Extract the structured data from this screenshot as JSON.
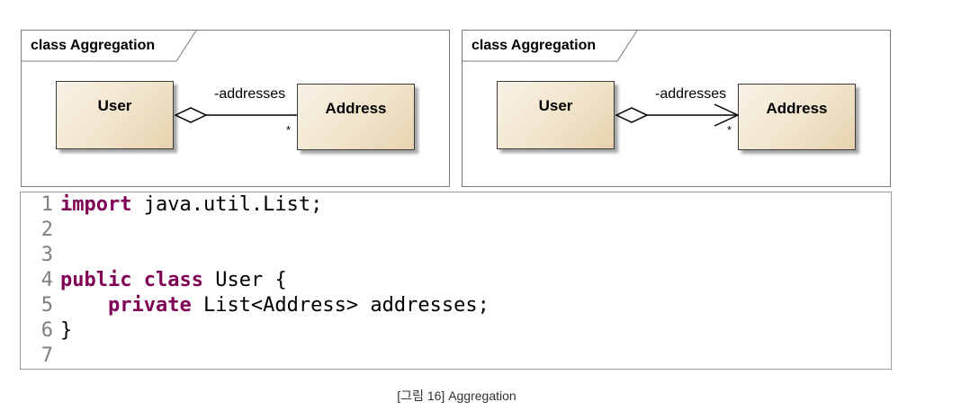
{
  "diagrams": [
    {
      "title": "class Aggregation",
      "source_class": "User",
      "target_class": "Address",
      "role": "-addresses",
      "multiplicity": "*",
      "navigable": false
    },
    {
      "title": "class Aggregation",
      "source_class": "User",
      "target_class": "Address",
      "role": "-addresses",
      "multiplicity": "*",
      "navigable": true
    }
  ],
  "code": {
    "lines": [
      {
        "num": "1",
        "parts": [
          {
            "t": "import",
            "kw": true
          },
          {
            "t": " java.util.List;",
            "kw": false
          }
        ]
      },
      {
        "num": "2",
        "parts": []
      },
      {
        "num": "3",
        "parts": []
      },
      {
        "num": "4",
        "parts": [
          {
            "t": "public",
            "kw": true
          },
          {
            "t": " ",
            "kw": false
          },
          {
            "t": "class",
            "kw": true
          },
          {
            "t": " User {",
            "kw": false
          }
        ]
      },
      {
        "num": "5",
        "parts": [
          {
            "t": "    ",
            "kw": false
          },
          {
            "t": "private",
            "kw": true
          },
          {
            "t": " List<Address> addresses;",
            "kw": false
          }
        ]
      },
      {
        "num": "6",
        "parts": [
          {
            "t": "}",
            "kw": false
          }
        ]
      },
      {
        "num": "7",
        "parts": []
      }
    ]
  },
  "caption": "[그림 16] Aggregation",
  "colors": {
    "keyword": "#7f0055",
    "line_number": "#7f7f7f",
    "class_fill": "#f1e4cb"
  }
}
